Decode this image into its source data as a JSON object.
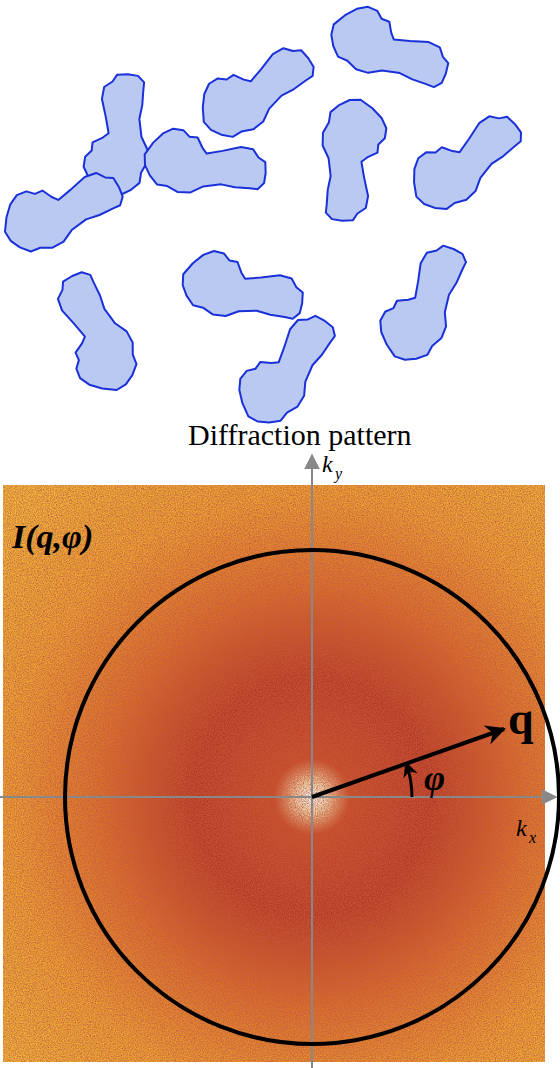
{
  "diagram": {
    "title": "Diffraction pattern",
    "labels": [
      "I(q,φ)",
      "q",
      "φ",
      "k",
      "y",
      "k",
      "x"
    ]
  }
}
